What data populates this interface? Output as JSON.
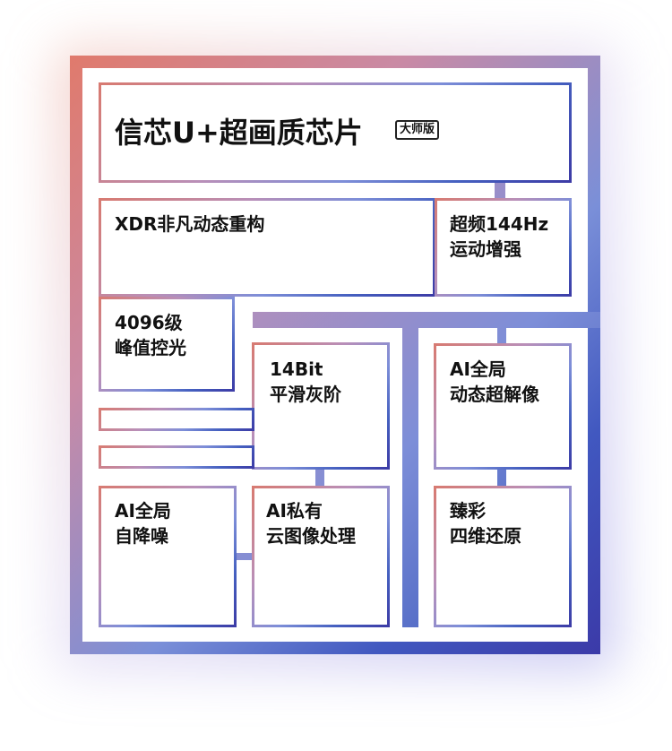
{
  "title": "信芯U+超画质芯片",
  "badge": "大师版",
  "blocks": {
    "xdr": "XDR非凡动态重构",
    "freq": "超频144Hz\n运动增强",
    "peak": "4096级\n峰值控光",
    "bit": "14Bit\n平滑灰阶",
    "ai_super": "AI全局\n动态超解像",
    "ai_noise": "AI全局\n自降噪",
    "ai_cloud": "AI私有\n云图像处理",
    "color": "臻彩\n四维还原"
  },
  "colors": {
    "gradient_start": "#d87a70",
    "gradient_mid": "#7d8ed8",
    "gradient_end": "#3c3aa5"
  }
}
